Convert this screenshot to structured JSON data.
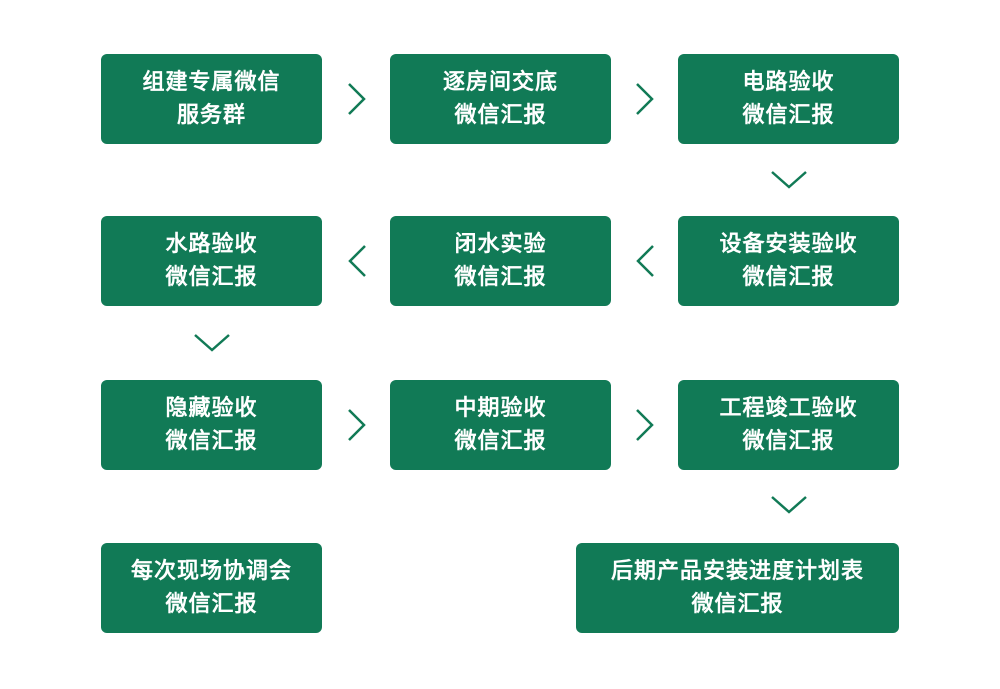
{
  "colors": {
    "box_fill": "#117a56",
    "box_text": "#ffffff",
    "arrow": "#117a56"
  },
  "steps": [
    {
      "line1": "组建专属微信",
      "line2": "服务群"
    },
    {
      "line1": "逐房间交底",
      "line2": "微信汇报"
    },
    {
      "line1": "电路验收",
      "line2": "微信汇报"
    },
    {
      "line1": "设备安装验收",
      "line2": "微信汇报"
    },
    {
      "line1": "闭水实验",
      "line2": "微信汇报"
    },
    {
      "line1": "水路验收",
      "line2": "微信汇报"
    },
    {
      "line1": "隐藏验收",
      "line2": "微信汇报"
    },
    {
      "line1": "中期验收",
      "line2": "微信汇报"
    },
    {
      "line1": "工程竣工验收",
      "line2": "微信汇报"
    },
    {
      "line1": "每次现场协调会",
      "line2": "微信汇报"
    },
    {
      "line1": "后期产品安装进度计划表",
      "line2": "微信汇报"
    }
  ],
  "arrows": [
    {
      "direction": "right"
    },
    {
      "direction": "right"
    },
    {
      "direction": "down"
    },
    {
      "direction": "left"
    },
    {
      "direction": "left"
    },
    {
      "direction": "down"
    },
    {
      "direction": "right"
    },
    {
      "direction": "right"
    },
    {
      "direction": "down"
    }
  ]
}
